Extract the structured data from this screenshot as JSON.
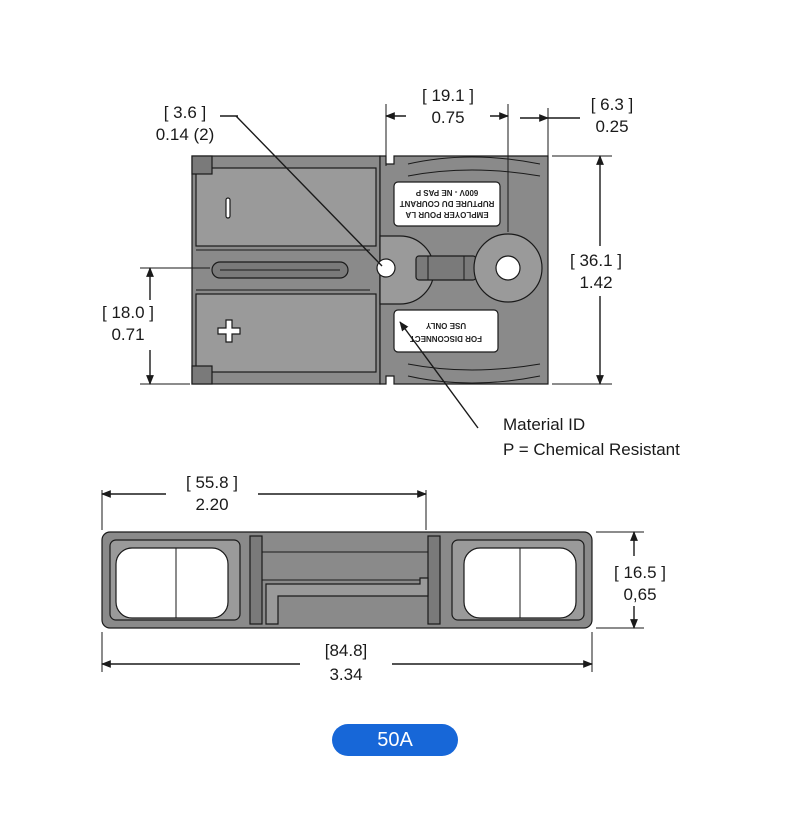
{
  "dimensions": {
    "hole": {
      "mm": "[ 3.6 ]",
      "inch": "0.14 (2)"
    },
    "width_19": {
      "mm": "[ 19.1 ]",
      "inch": "0.75"
    },
    "width_6": {
      "mm": "[ 6.3 ]",
      "inch": "0.25"
    },
    "height_36": {
      "mm": "[ 36.1 ]",
      "inch": "1.42"
    },
    "height_18": {
      "mm": "[ 18.0 ]",
      "inch": "0.71"
    },
    "length_55": {
      "mm": "[ 55.8 ]",
      "inch": "2.20"
    },
    "thickness_16": {
      "mm": "[ 16.5 ]",
      "inch": "0,65"
    },
    "length_84": {
      "mm": "[84.8]",
      "inch": "3.34"
    }
  },
  "callout": {
    "line1": "Material ID",
    "line2": "P = Chemical Resistant"
  },
  "labels": {
    "upper_line1": "EMPLOYER POUR LA",
    "upper_line2": "RUPTURE DU COURANT",
    "upper_line3": "600V - NE PAS  P",
    "lower_line1": "FOR DISCONNECT",
    "lower_line2": "USE ONLY"
  },
  "badge": {
    "text": "50A",
    "color": "#1767d8"
  }
}
